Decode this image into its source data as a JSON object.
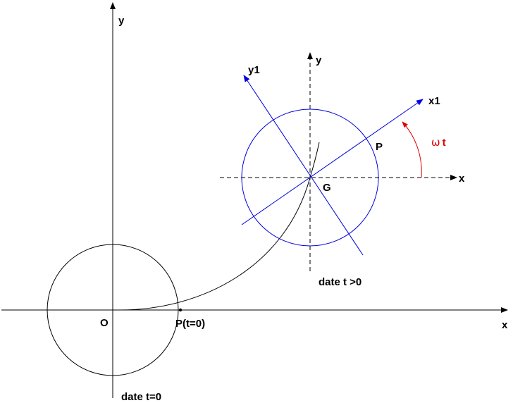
{
  "labels": {
    "y_main": "y",
    "x_main": "x",
    "origin": "O",
    "point_initial": "P(t=0)",
    "date_initial": "date t=0",
    "y_local": "y",
    "x_local": "x",
    "y1": "y1",
    "x1": "x1",
    "point_moving": "P",
    "center": "G",
    "angle_symbol": "ω",
    "angle_var": "t",
    "date_later": "date t >0"
  },
  "colors": {
    "black": "#000000",
    "blue": "#0000dd",
    "red": "#e00000"
  }
}
